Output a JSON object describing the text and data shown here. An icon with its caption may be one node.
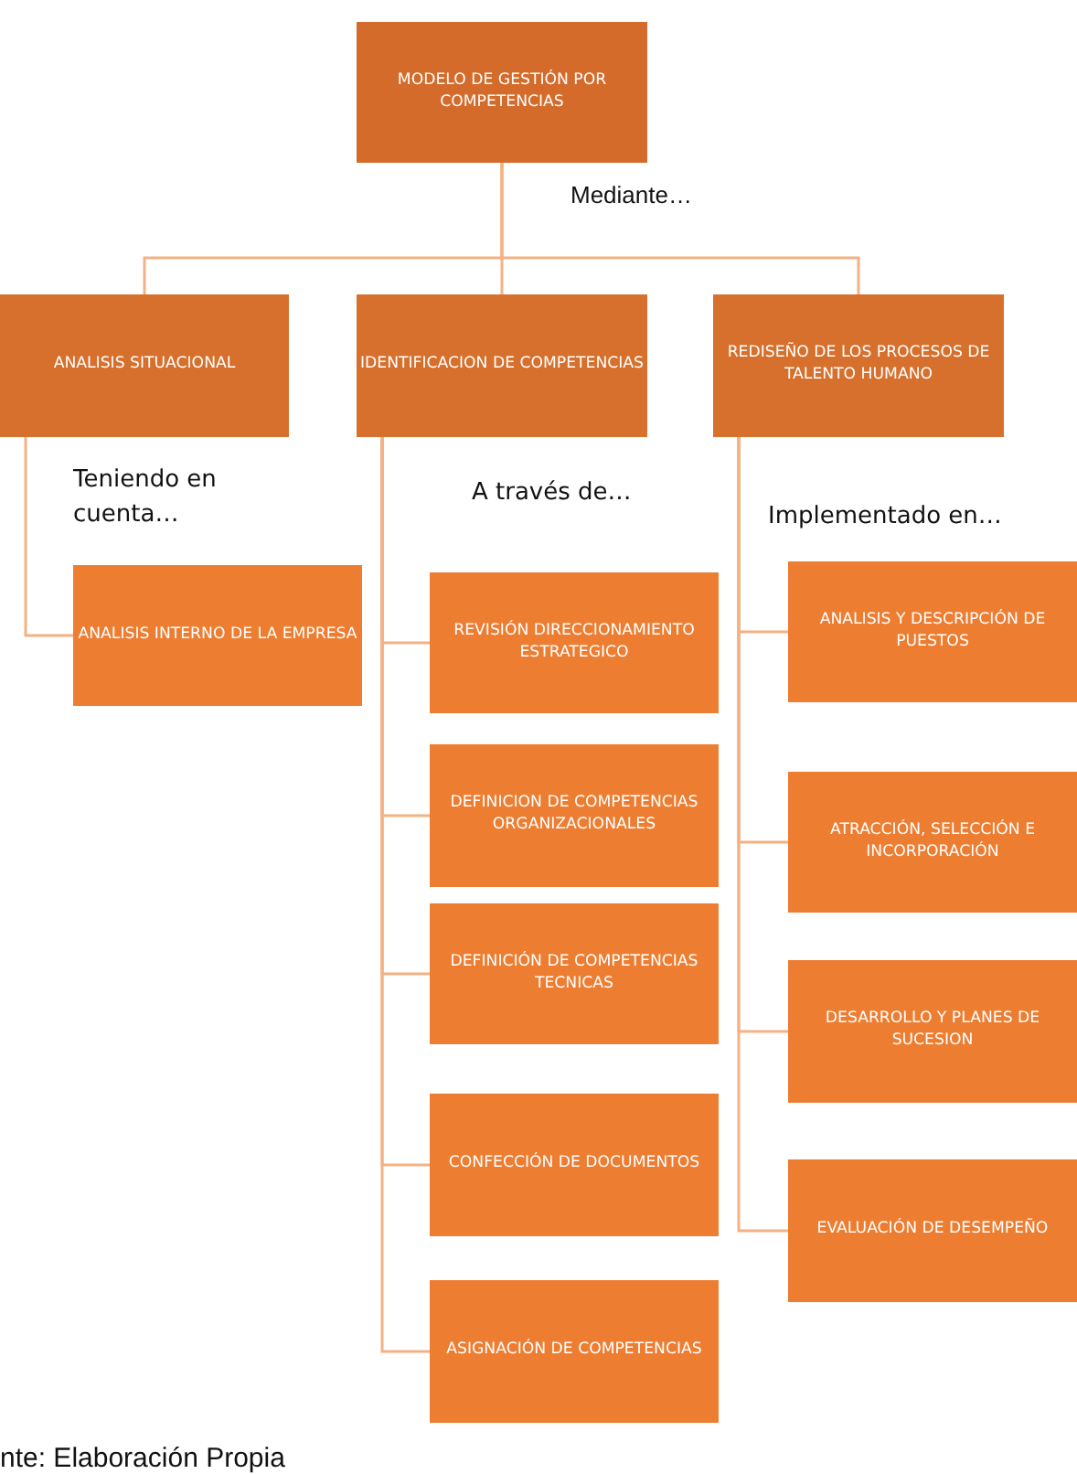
{
  "diagram": {
    "nodes": [
      {
        "text": [
          "MODELO DE GESTIÓN POR COMPETENCIAS"
        ]
      },
      {
        "text": [
          "ANALISIS SITUACIONAL"
        ]
      },
      {
        "text": [
          "IDENTIFICACION DE COMPETENCIAS"
        ]
      },
      {
        "text": [
          "REDISEÑO DE LOS PROCESOS DE TALENTO HUMANO"
        ]
      },
      {
        "text": [
          "ANALISIS INTERNO DE LA EMPRESA"
        ]
      },
      {
        "text": [
          "REVISIÓN DIRECCIONAMIENTO ESTRATEGICO"
        ]
      },
      {
        "text": [
          "DEFINICION DE COMPETENCIAS ORGANIZACIONALES"
        ]
      },
      {
        "text": [
          "DEFINICIÓN DE COMPETENCIAS TECNICAS"
        ]
      },
      {
        "text": [
          "CONFECCIÓN DE DOCUMENTOS"
        ]
      },
      {
        "text": [
          "ASIGNACIÓN DE COMPETENCIAS"
        ]
      },
      {
        "text": [
          "ANALISIS Y DESCRIPCIÓN DE PUESTOS"
        ]
      },
      {
        "text": [
          "ATRACCIÓN, SELECCIÓN E INCORPORACIÓN"
        ]
      },
      {
        "text": [
          "DESARROLLO Y PLANES DE SUCESION"
        ]
      },
      {
        "text": [
          "EVALUACIÓN DE DESEMPEÑO"
        ]
      }
    ],
    "edges": [
      {
        "from": 0,
        "to": 1,
        "arrow": "none"
      },
      {
        "from": 0,
        "to": 2,
        "arrow": "none"
      },
      {
        "from": 0,
        "to": 3,
        "arrow": "none"
      },
      {
        "from": 1,
        "to": 4,
        "arrow": "none"
      },
      {
        "from": 2,
        "to": 5,
        "arrow": "none"
      },
      {
        "from": 2,
        "to": 6,
        "arrow": "none"
      },
      {
        "from": 2,
        "to": 7,
        "arrow": "none"
      },
      {
        "from": 2,
        "to": 8,
        "arrow": "none"
      },
      {
        "from": 2,
        "to": 9,
        "arrow": "none"
      },
      {
        "from": 3,
        "to": 10,
        "arrow": "none"
      },
      {
        "from": 3,
        "to": 11,
        "arrow": "none"
      },
      {
        "from": 3,
        "to": 12,
        "arrow": "none"
      },
      {
        "from": 3,
        "to": 13,
        "arrow": "none"
      }
    ],
    "labels": [
      "Mediante…",
      "Teniendo en cuenta…",
      "A través de…",
      "Implementado en…",
      "nte: Elaboración Propia"
    ]
  }
}
